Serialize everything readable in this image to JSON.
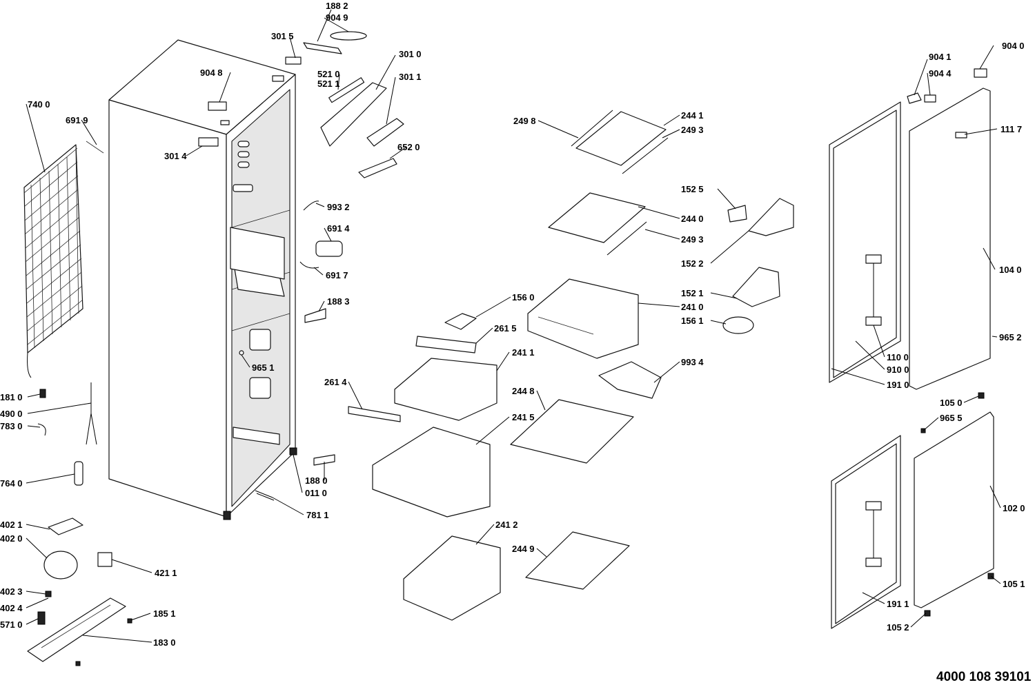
{
  "document_number": "4000 108 39101",
  "labels": {
    "p1882": "188 2",
    "p9049": "904 9",
    "p3015": "301 5",
    "p3010": "301 0",
    "p5210": "521 0",
    "p5211": "521 1",
    "p3011": "301 1",
    "p9048": "904 8",
    "p7400": "740 0",
    "p6919": "691 9",
    "p3014": "301 4",
    "p6520": "652 0",
    "p9932": "993 2",
    "p6914": "691 4",
    "p6917": "691 7",
    "p1883": "188 3",
    "p9651": "965 1",
    "p1810": "181 0",
    "p4900": "490 0",
    "p7830": "783 0",
    "p7640": "764 0",
    "p1880": "188 0",
    "p0110": "011 0",
    "p7811": "781 1",
    "p4021": "402 1",
    "p4020": "402 0",
    "p4211": "421 1",
    "p4023": "402 3",
    "p4024": "402 4",
    "p1851": "185 1",
    "p5710": "571 0",
    "p1830": "183 0",
    "p2498": "249 8",
    "p2441": "244 1",
    "p2493a": "249 3",
    "p1525": "152 5",
    "p2440": "244 0",
    "p2493b": "249 3",
    "p1522": "152 2",
    "p1521": "152 1",
    "p1560": "156 0",
    "p2410": "241 0",
    "p1561": "156 1",
    "p2615": "261 5",
    "p2411": "241 1",
    "p9934": "993 4",
    "p2614": "261 4",
    "p2448": "244 8",
    "p2415": "241 5",
    "p2412": "241 2",
    "p2449": "244 9",
    "p9041": "904 1",
    "p9040": "904 0",
    "p9044": "904 4",
    "p1117": "111 7",
    "p1040": "104 0",
    "p9652": "965 2",
    "p1100": "110 0",
    "p9100": "910 0",
    "p1910": "191 0",
    "p1050": "105 0",
    "p9655": "965 5",
    "p1020": "102 0",
    "p1051": "105 1",
    "p1911": "191 1",
    "p1052": "105 2"
  }
}
